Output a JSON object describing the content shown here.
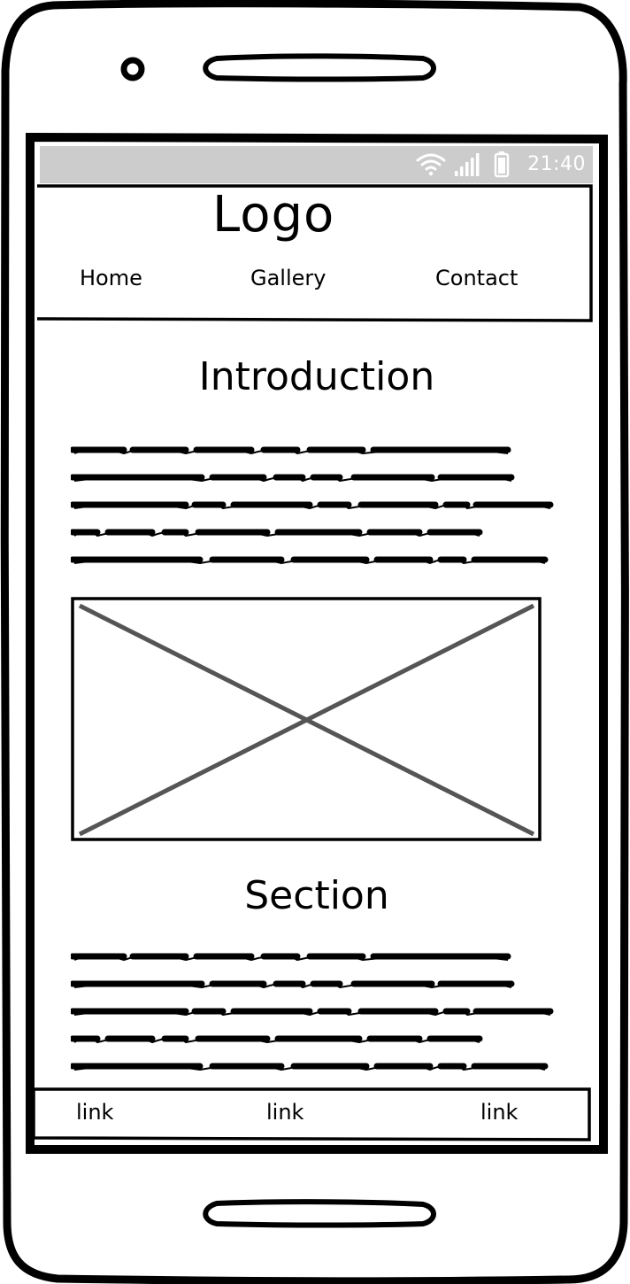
{
  "status_bar": {
    "time": "21:40",
    "icons": [
      "wifi-icon",
      "signal-icon",
      "battery-icon"
    ]
  },
  "header": {
    "logo": "Logo",
    "nav": [
      {
        "label": "Home"
      },
      {
        "label": "Gallery"
      },
      {
        "label": "Contact"
      }
    ]
  },
  "main": {
    "intro_title": "Introduction",
    "image_placeholder": "image-placeholder",
    "section_title": "Section"
  },
  "footer": {
    "links": [
      {
        "label": "link"
      },
      {
        "label": "link"
      },
      {
        "label": "link"
      }
    ]
  },
  "colors": {
    "stroke": "#000000",
    "status_bar_bg": "#cccccc",
    "placeholder_cross": "#555555"
  }
}
